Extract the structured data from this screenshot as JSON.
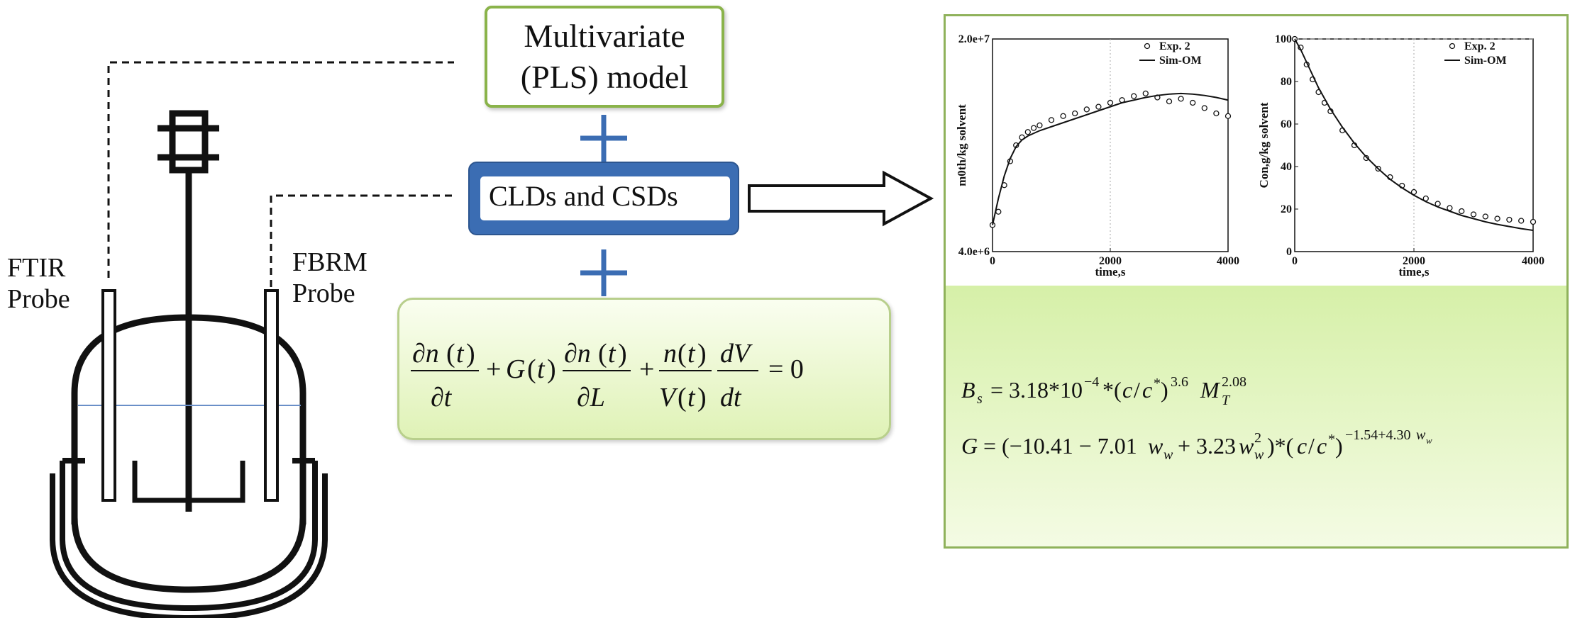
{
  "probes": {
    "ftir": [
      "FTIR",
      "Probe"
    ],
    "fbrm": [
      "FBRM",
      "Probe"
    ]
  },
  "model_box": {
    "line1": "Multivariate",
    "line2": "(PLS) model"
  },
  "cld_box": {
    "label": "CLDs and CSDs"
  },
  "plus_color": "#3b6db3",
  "equations": {
    "pbe": "∂n(t)/∂t + G(t) ∂n(t)/∂L + n(t)/V(t) dV/dt = 0",
    "nucleation": "Bs = 3.18*10^-4 *(c/c*)^3.6 M_T^2.08",
    "growth": "G = (−10.41 − 7.01w_w + 3.23w_w^2)*(c/c*)^(−1.54+4.30w_w)"
  },
  "chart_data": [
    {
      "type": "line",
      "xlabel": "time,s",
      "ylabel": "m0th/kg solvent",
      "xlim": [
        0,
        4000
      ],
      "ylim": [
        4000000,
        20000000
      ],
      "x_ticks": [
        "0",
        "2000",
        "4000"
      ],
      "y_ticks": [
        "4.0e+6",
        "2.0e+7"
      ],
      "legend_position": "top-right",
      "series": [
        {
          "name": "Exp. 2",
          "marker": "circle",
          "x": [
            0,
            100,
            200,
            300,
            400,
            500,
            600,
            700,
            800,
            1000,
            1200,
            1400,
            1600,
            1800,
            2000,
            2200,
            2400,
            2600,
            2800,
            3000,
            3200,
            3400,
            3600,
            3800,
            4000
          ],
          "y": [
            6000000,
            7000000,
            9000000,
            10800000,
            12000000,
            12600000,
            13000000,
            13300000,
            13500000,
            13900000,
            14200000,
            14400000,
            14700000,
            14900000,
            15200000,
            15400000,
            15700000,
            15900000,
            15600000,
            15300000,
            15500000,
            15200000,
            14800000,
            14400000,
            14200000
          ]
        },
        {
          "name": "Sim-OM",
          "marker": "line",
          "x": [
            0,
            100,
            200,
            300,
            400,
            500,
            600,
            700,
            800,
            1000,
            1200,
            1400,
            1600,
            1800,
            2000,
            2200,
            2400,
            2600,
            2800,
            3000,
            3200,
            3400,
            3600,
            3800,
            4000
          ],
          "y": [
            6000000,
            8000000,
            9700000,
            11000000,
            11900000,
            12400000,
            12700000,
            12900000,
            13100000,
            13400000,
            13700000,
            14000000,
            14300000,
            14600000,
            14900000,
            15200000,
            15400000,
            15600000,
            15750000,
            15850000,
            15900000,
            15850000,
            15750000,
            15600000,
            15400000
          ]
        }
      ]
    },
    {
      "type": "line",
      "xlabel": "time,s",
      "ylabel": "Con,g/kg solvent",
      "xlim": [
        0,
        4000
      ],
      "ylim": [
        0,
        100
      ],
      "x_ticks": [
        "0",
        "2000",
        "4000"
      ],
      "y_ticks": [
        "0",
        "20",
        "40",
        "60",
        "80",
        "100"
      ],
      "legend_position": "top-right",
      "series": [
        {
          "name": "Exp. 2",
          "marker": "circle",
          "x": [
            0,
            100,
            200,
            300,
            400,
            500,
            600,
            800,
            1000,
            1200,
            1400,
            1600,
            1800,
            2000,
            2200,
            2400,
            2600,
            2800,
            3000,
            3200,
            3400,
            3600,
            3800,
            4000
          ],
          "y": [
            100,
            96,
            88,
            81,
            75,
            70,
            66,
            57,
            50,
            44,
            39,
            35,
            31,
            28,
            25,
            22.5,
            20.5,
            19,
            17.5,
            16.5,
            15.5,
            15,
            14.5,
            14
          ]
        },
        {
          "name": "Sim-OM",
          "marker": "line",
          "x": [
            0,
            100,
            200,
            300,
            400,
            500,
            600,
            800,
            1000,
            1200,
            1400,
            1600,
            1800,
            2000,
            2200,
            2400,
            2600,
            2800,
            3000,
            3200,
            3400,
            3600,
            3800,
            4000
          ],
          "y": [
            100,
            95,
            89,
            83,
            77,
            72,
            67,
            58.5,
            51,
            44.5,
            39,
            34,
            30,
            26.5,
            23.5,
            21,
            19,
            17,
            15.5,
            14,
            12.8,
            11.8,
            10.8,
            10
          ]
        }
      ]
    }
  ]
}
